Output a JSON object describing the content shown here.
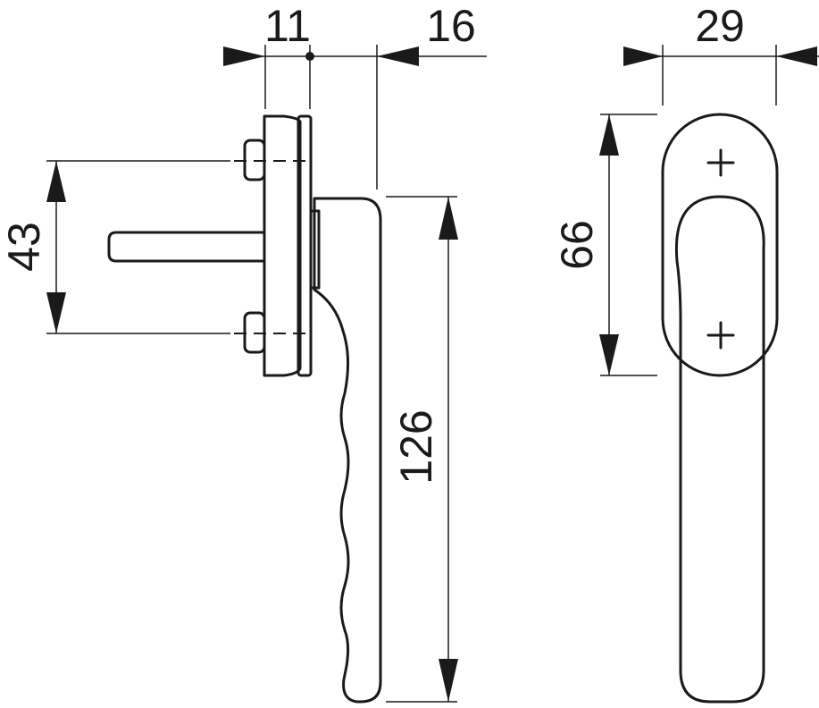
{
  "dimensions": {
    "rosette_depth": "11",
    "handle_depth": "16",
    "rosette_width": "29",
    "spindle_spacing": "43",
    "rosette_height": "66",
    "handle_length": "126"
  }
}
